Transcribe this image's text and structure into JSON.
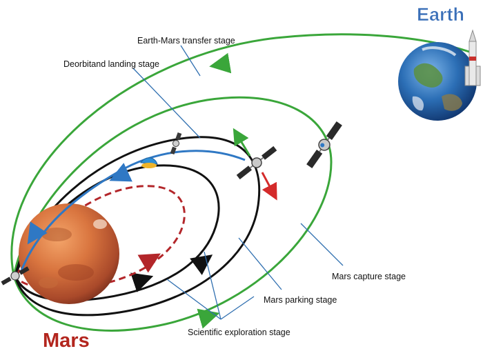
{
  "planets": {
    "earth": "Earth",
    "mars": "Mars"
  },
  "stages": {
    "transfer": "Earth-Mars transfer stage",
    "deorbit": "Deorbitand landing stage",
    "capture": "Mars capture stage",
    "parking": "Mars parking stage",
    "science": "Scientific exploration stage"
  },
  "colors": {
    "earth_title": "#3a6fb8",
    "mars_title": "#b3261e",
    "transfer_orbit": "#3aa63a",
    "capture_orbit": "#3aa63a",
    "parking_orbit": "#111111",
    "science_orbit": "#111111",
    "science_inner_orbit": "#b3262a",
    "landing_path": "#2f78c4",
    "leader_line": "#2f6fb0"
  },
  "icons": [
    "earth-globe",
    "mars-globe",
    "rocket-icon",
    "satellite-icon",
    "lander-capsule-icon"
  ]
}
